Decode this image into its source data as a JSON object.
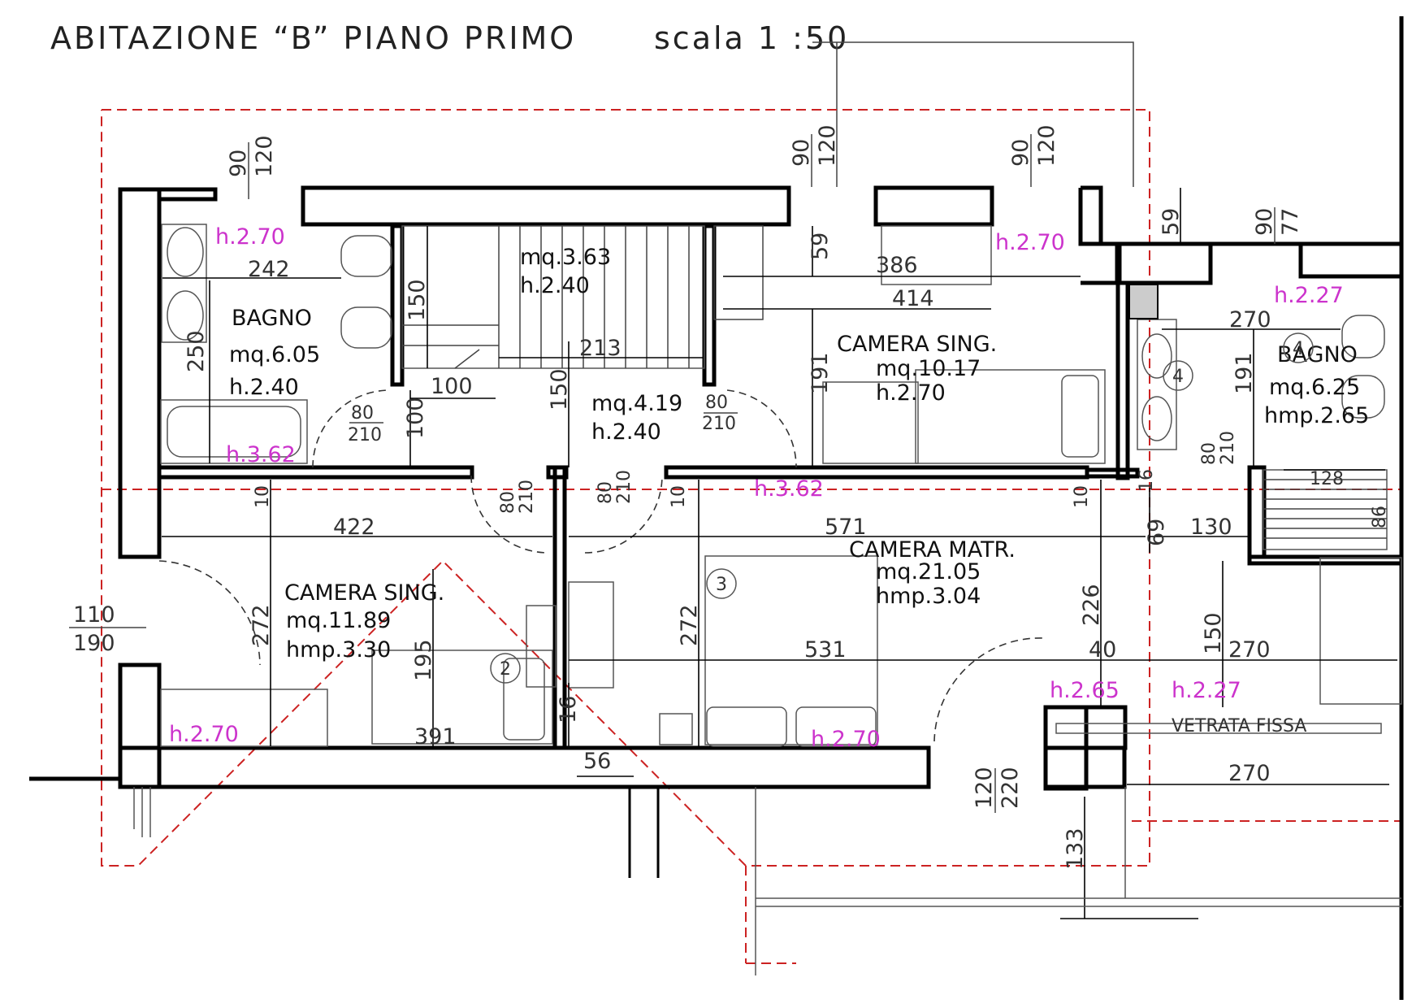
{
  "title": "ABITAZIONE “B” PIANO PRIMO",
  "scale": "scala 1 :50",
  "colors": {
    "heights": "#cc33cc",
    "limit_line": "#cc2222",
    "walls": "#000000"
  },
  "rooms": {
    "bagno1": {
      "name": "BAGNO",
      "area": "mq.6.05",
      "height": "h.2.40"
    },
    "stair": {
      "area": "mq.3.63",
      "height": "h.2.40"
    },
    "hall": {
      "area": "mq.4.19",
      "height": "h.2.40"
    },
    "camera_sing1": {
      "name": "CAMERA SING.",
      "area": "mq.10.17",
      "height": "h.2.70"
    },
    "bagno2": {
      "name": "BAGNO",
      "area": "mq.6.25",
      "height": "hmp.2.65"
    },
    "camera_sing2": {
      "name": "CAMERA SING.",
      "area": "mq.11.89",
      "height": "hmp.3.30"
    },
    "camera_matr": {
      "name": "CAMERA MATR.",
      "area": "mq.21.05",
      "height": "hmp.3.04"
    },
    "vetrata": "VETRATA FISSA"
  },
  "heights": {
    "h1": "h.2.70",
    "h2": "h.2.70",
    "h3": "h.2.27",
    "h4": "h.3.62",
    "h5": "h.3.62",
    "h6": "h.2.70",
    "h7": "h.2.70",
    "h8": "h.2.65",
    "h9": "h.2.27"
  },
  "dims": {
    "d242": "242",
    "d250": "250",
    "d150a": "150",
    "d100a": "100",
    "d100b": "100",
    "d213": "213",
    "d150b": "150",
    "d59a": "59",
    "d386": "386",
    "d414": "414",
    "d191a": "191",
    "d59b": "59",
    "d270a": "270",
    "d191b": "191",
    "d128": "128",
    "d86": "86",
    "d422": "422",
    "d571": "571",
    "d130": "130",
    "d69": "69",
    "d272a": "272",
    "d195": "195",
    "d391": "391",
    "d16": "16",
    "d56": "56",
    "d272b": "272",
    "d531": "531",
    "d226": "226",
    "d40": "40",
    "d150c": "150",
    "d270b": "270",
    "d270c": "270",
    "d133": "133",
    "d10a": "10",
    "d10b": "10",
    "d10c": "10",
    "d16b": "16"
  },
  "windows": {
    "w1_top": "90",
    "w1_bot": "120",
    "w2_top": "90",
    "w2_bot": "120",
    "w3_top": "90",
    "w3_bot": "120",
    "w4_top": "90",
    "w4_bot": "77",
    "w5_top": "110",
    "w5_bot": "190",
    "w6_top": "120",
    "w6_bot": "220"
  },
  "doors": {
    "dr1_top": "80",
    "dr1_bot": "210",
    "dr2_top": "80",
    "dr2_bot": "210",
    "dr3_top": "80",
    "dr3_bot": "210",
    "dr4_top": "80",
    "dr4_bot": "210",
    "dr5_top": "80",
    "dr5_bot": "210"
  },
  "markers": {
    "m2": "2",
    "m3": "3",
    "m4a": "4",
    "m4b": "4"
  }
}
